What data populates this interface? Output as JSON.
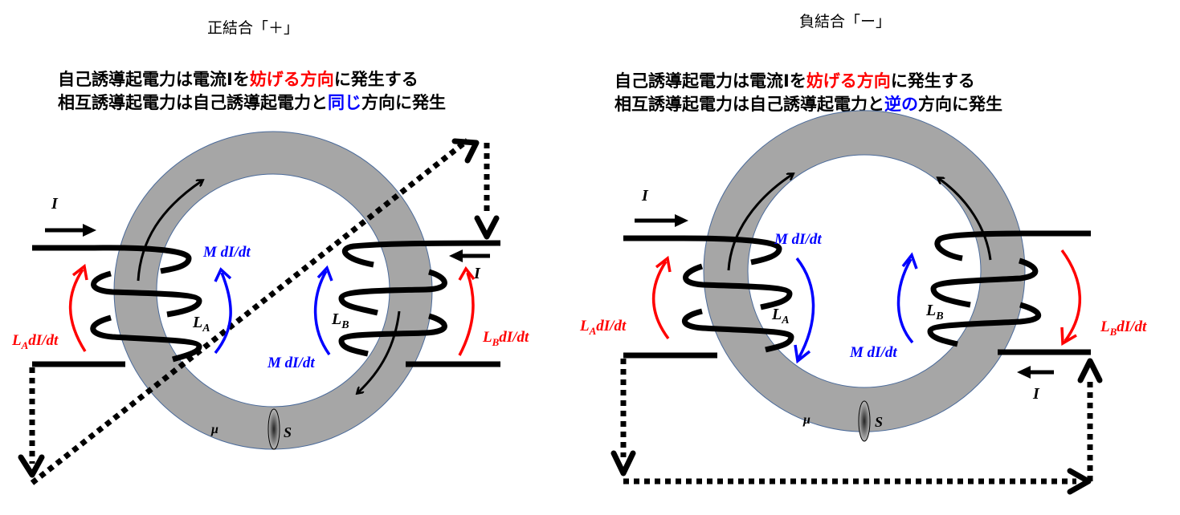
{
  "panels": [
    {
      "id": "positive",
      "title": "正結合「＋」",
      "line1": {
        "pre": "自己誘導起電力は電流Iを",
        "highlight": "妨げる方向",
        "post": "に発生する",
        "highlight_color": "#ff0000"
      },
      "line2": {
        "pre": "相互誘導起電力は自己誘導起電力と",
        "highlight": "同じ",
        "post": "方向に発生",
        "highlight_color": "#0000ff"
      },
      "labels": {
        "current_in": "I",
        "current_out": "I",
        "coil_a": "L",
        "coil_a_sub": "A",
        "coil_b": "L",
        "coil_b_sub": "B",
        "emf_self_a": "L",
        "emf_self_a_sub": "A",
        "emf_self_a_rest": "dI/dt",
        "emf_self_b": "L",
        "emf_self_b_sub": "B",
        "emf_self_b_rest": "dI/dt",
        "emf_mutual_a": "M dI/dt",
        "emf_mutual_b": "M dI/dt",
        "permeability": "μ",
        "cross_section": "S"
      }
    },
    {
      "id": "negative",
      "title": "負結合「ー」",
      "line1": {
        "pre": "自己誘導起電力は電流Iを",
        "highlight": "妨げる方向",
        "post": "に発生する",
        "highlight_color": "#ff0000"
      },
      "line2": {
        "pre": "相互誘導起電力は自己誘導起電力と",
        "highlight": "逆の",
        "post": "方向に発生",
        "highlight_color": "#0000ff"
      },
      "labels": {
        "current_in": "I",
        "current_out": "I",
        "coil_a": "L",
        "coil_a_sub": "A",
        "coil_b": "L",
        "coil_b_sub": "B",
        "emf_self_a": "L",
        "emf_self_a_sub": "A",
        "emf_self_a_rest": "dI/dt",
        "emf_self_b": "L",
        "emf_self_b_sub": "B",
        "emf_self_b_rest": "dI/dt",
        "emf_mutual_a": "M dI/dt",
        "emf_mutual_b": "M dI/dt",
        "permeability": "μ",
        "cross_section": "S"
      }
    }
  ],
  "colors": {
    "core_fill": "#a6a6a6",
    "core_stroke": "#4a6a9a",
    "self_emf": "#ff0000",
    "mutual_emf": "#0000ff",
    "wire": "#000000"
  }
}
